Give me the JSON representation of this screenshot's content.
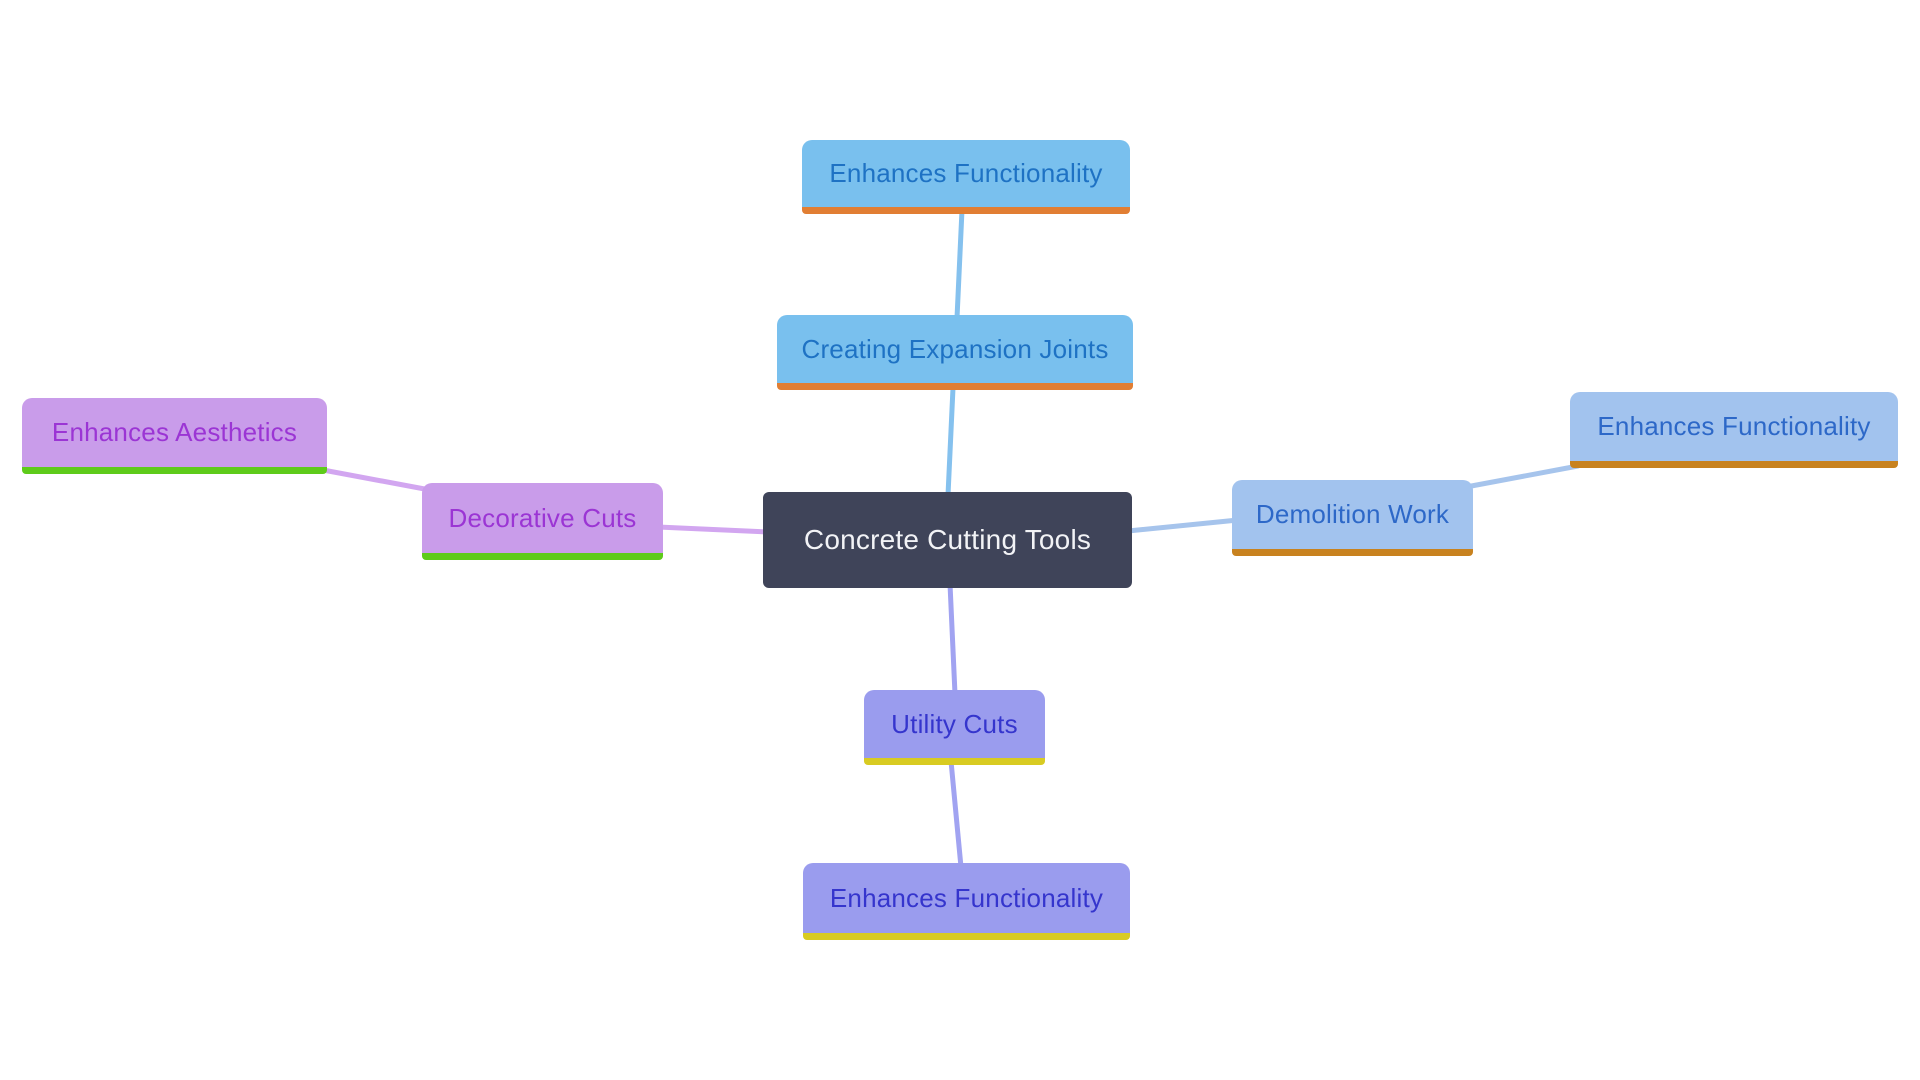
{
  "diagram": {
    "type": "mindmap",
    "title": "Concrete Cutting Tools",
    "nodes": {
      "center": {
        "label": "Concrete Cutting Tools"
      },
      "top_child": {
        "label": "Creating Expansion Joints"
      },
      "top_leaf": {
        "label": "Enhances Functionality"
      },
      "right_child": {
        "label": "Demolition Work"
      },
      "right_leaf": {
        "label": "Enhances Functionality"
      },
      "left_child": {
        "label": "Decorative Cuts"
      },
      "left_leaf": {
        "label": "Enhances Aesthetics"
      },
      "bottom_child": {
        "label": "Utility Cuts"
      },
      "bottom_leaf": {
        "label": "Enhances Functionality"
      }
    },
    "edges": [
      {
        "from": "center",
        "to": "top_child"
      },
      {
        "from": "top_child",
        "to": "top_leaf"
      },
      {
        "from": "center",
        "to": "right_child"
      },
      {
        "from": "right_child",
        "to": "right_leaf"
      },
      {
        "from": "center",
        "to": "left_child"
      },
      {
        "from": "left_child",
        "to": "left_leaf"
      },
      {
        "from": "center",
        "to": "bottom_child"
      },
      {
        "from": "bottom_child",
        "to": "bottom_leaf"
      }
    ],
    "colors": {
      "background": "#ffffff",
      "center_fill": "#3f4459",
      "center_text": "#f2f3f6",
      "branch_top": {
        "fill": "#79c0ee",
        "text": "#1e72c4",
        "underline": "#e17e33",
        "line": "#85c1ee"
      },
      "branch_right": {
        "fill": "#a2c3ee",
        "text": "#2d68c8",
        "underline": "#c8821f",
        "line": "#a6c4ec"
      },
      "branch_left": {
        "fill": "#c99cea",
        "text": "#9b35d4",
        "underline": "#5ecb1a",
        "line": "#d2a6f0"
      },
      "branch_bottom": {
        "fill": "#9a9cee",
        "text": "#3535cd",
        "underline": "#d8cb22",
        "line": "#a1a3f1"
      }
    }
  }
}
